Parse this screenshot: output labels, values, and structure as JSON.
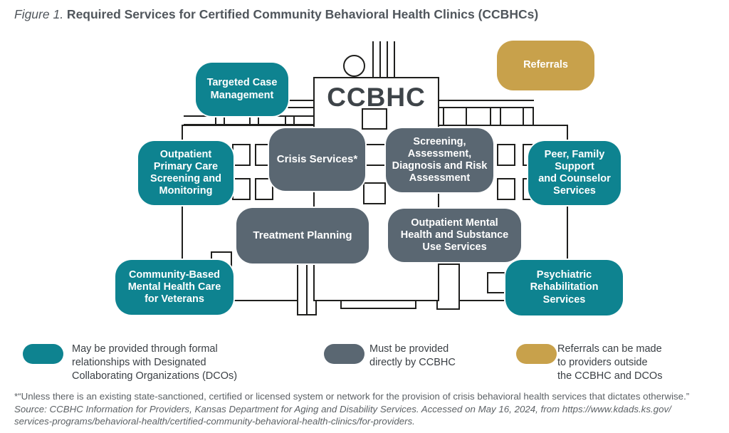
{
  "title": {
    "figure_label": "Figure 1.",
    "text": " Required Services for Certified Community Behavioral Health Clinics (CCBHCs)"
  },
  "building": {
    "sign": "CCBHC"
  },
  "boxes": {
    "targeted": {
      "label": "Targeted Case\nManagement",
      "type": "dco"
    },
    "referrals": {
      "label": "Referrals",
      "type": "referral"
    },
    "crisis": {
      "label": "Crisis Services*",
      "type": "ccbhc"
    },
    "screening": {
      "label": "Screening,\nAssessment,\nDiagnosis and Risk\nAssessment",
      "type": "ccbhc"
    },
    "outpatient_primary": {
      "label": "Outpatient\nPrimary Care\nScreening and\nMonitoring",
      "type": "dco"
    },
    "peer": {
      "label": "Peer, Family\nSupport\nand Counselor\nServices",
      "type": "dco"
    },
    "treatment": {
      "label": "Treatment Planning",
      "type": "ccbhc"
    },
    "outpatient_mental": {
      "label": "Outpatient Mental\nHealth and Substance\nUse Services",
      "type": "ccbhc"
    },
    "community": {
      "label": "Community-Based\nMental Health Care\nfor Veterans",
      "type": "dco"
    },
    "psychiatric": {
      "label": "Psychiatric\nRehabilitation\nServices",
      "type": "dco"
    }
  },
  "legend": {
    "dco": {
      "text": "May be provided through formal\nrelationships with Designated\nCollaborating Organizations (DCOs)",
      "color": "#0e8390"
    },
    "ccbhc": {
      "text": "Must be provided\ndirectly by CCBHC",
      "color": "#5a6772"
    },
    "referral": {
      "text": "Referrals can be made\nto providers outside\nthe CCBHC and DCOs",
      "color": "#c8a14b"
    }
  },
  "footnote": "*“Unless there is an existing state-sanctioned, certified or licensed system or network for the provision of crisis behavioral health services that dictates otherwise.”",
  "source": "Source: CCBHC Information for Providers, Kansas Department for Aging and Disability Services. Accessed on May 16, 2024, from https://www.kdads.ks.gov/\nservices-programs/behavioral-health/certified-community-behavioral-health-clinics/for-providers.",
  "colors": {
    "teal": "#0e8390",
    "slate": "#5a6772",
    "gold": "#c8a14b",
    "line": "#1f1f1d",
    "ink": "#3e4449",
    "note_gray": "#5c6165"
  }
}
